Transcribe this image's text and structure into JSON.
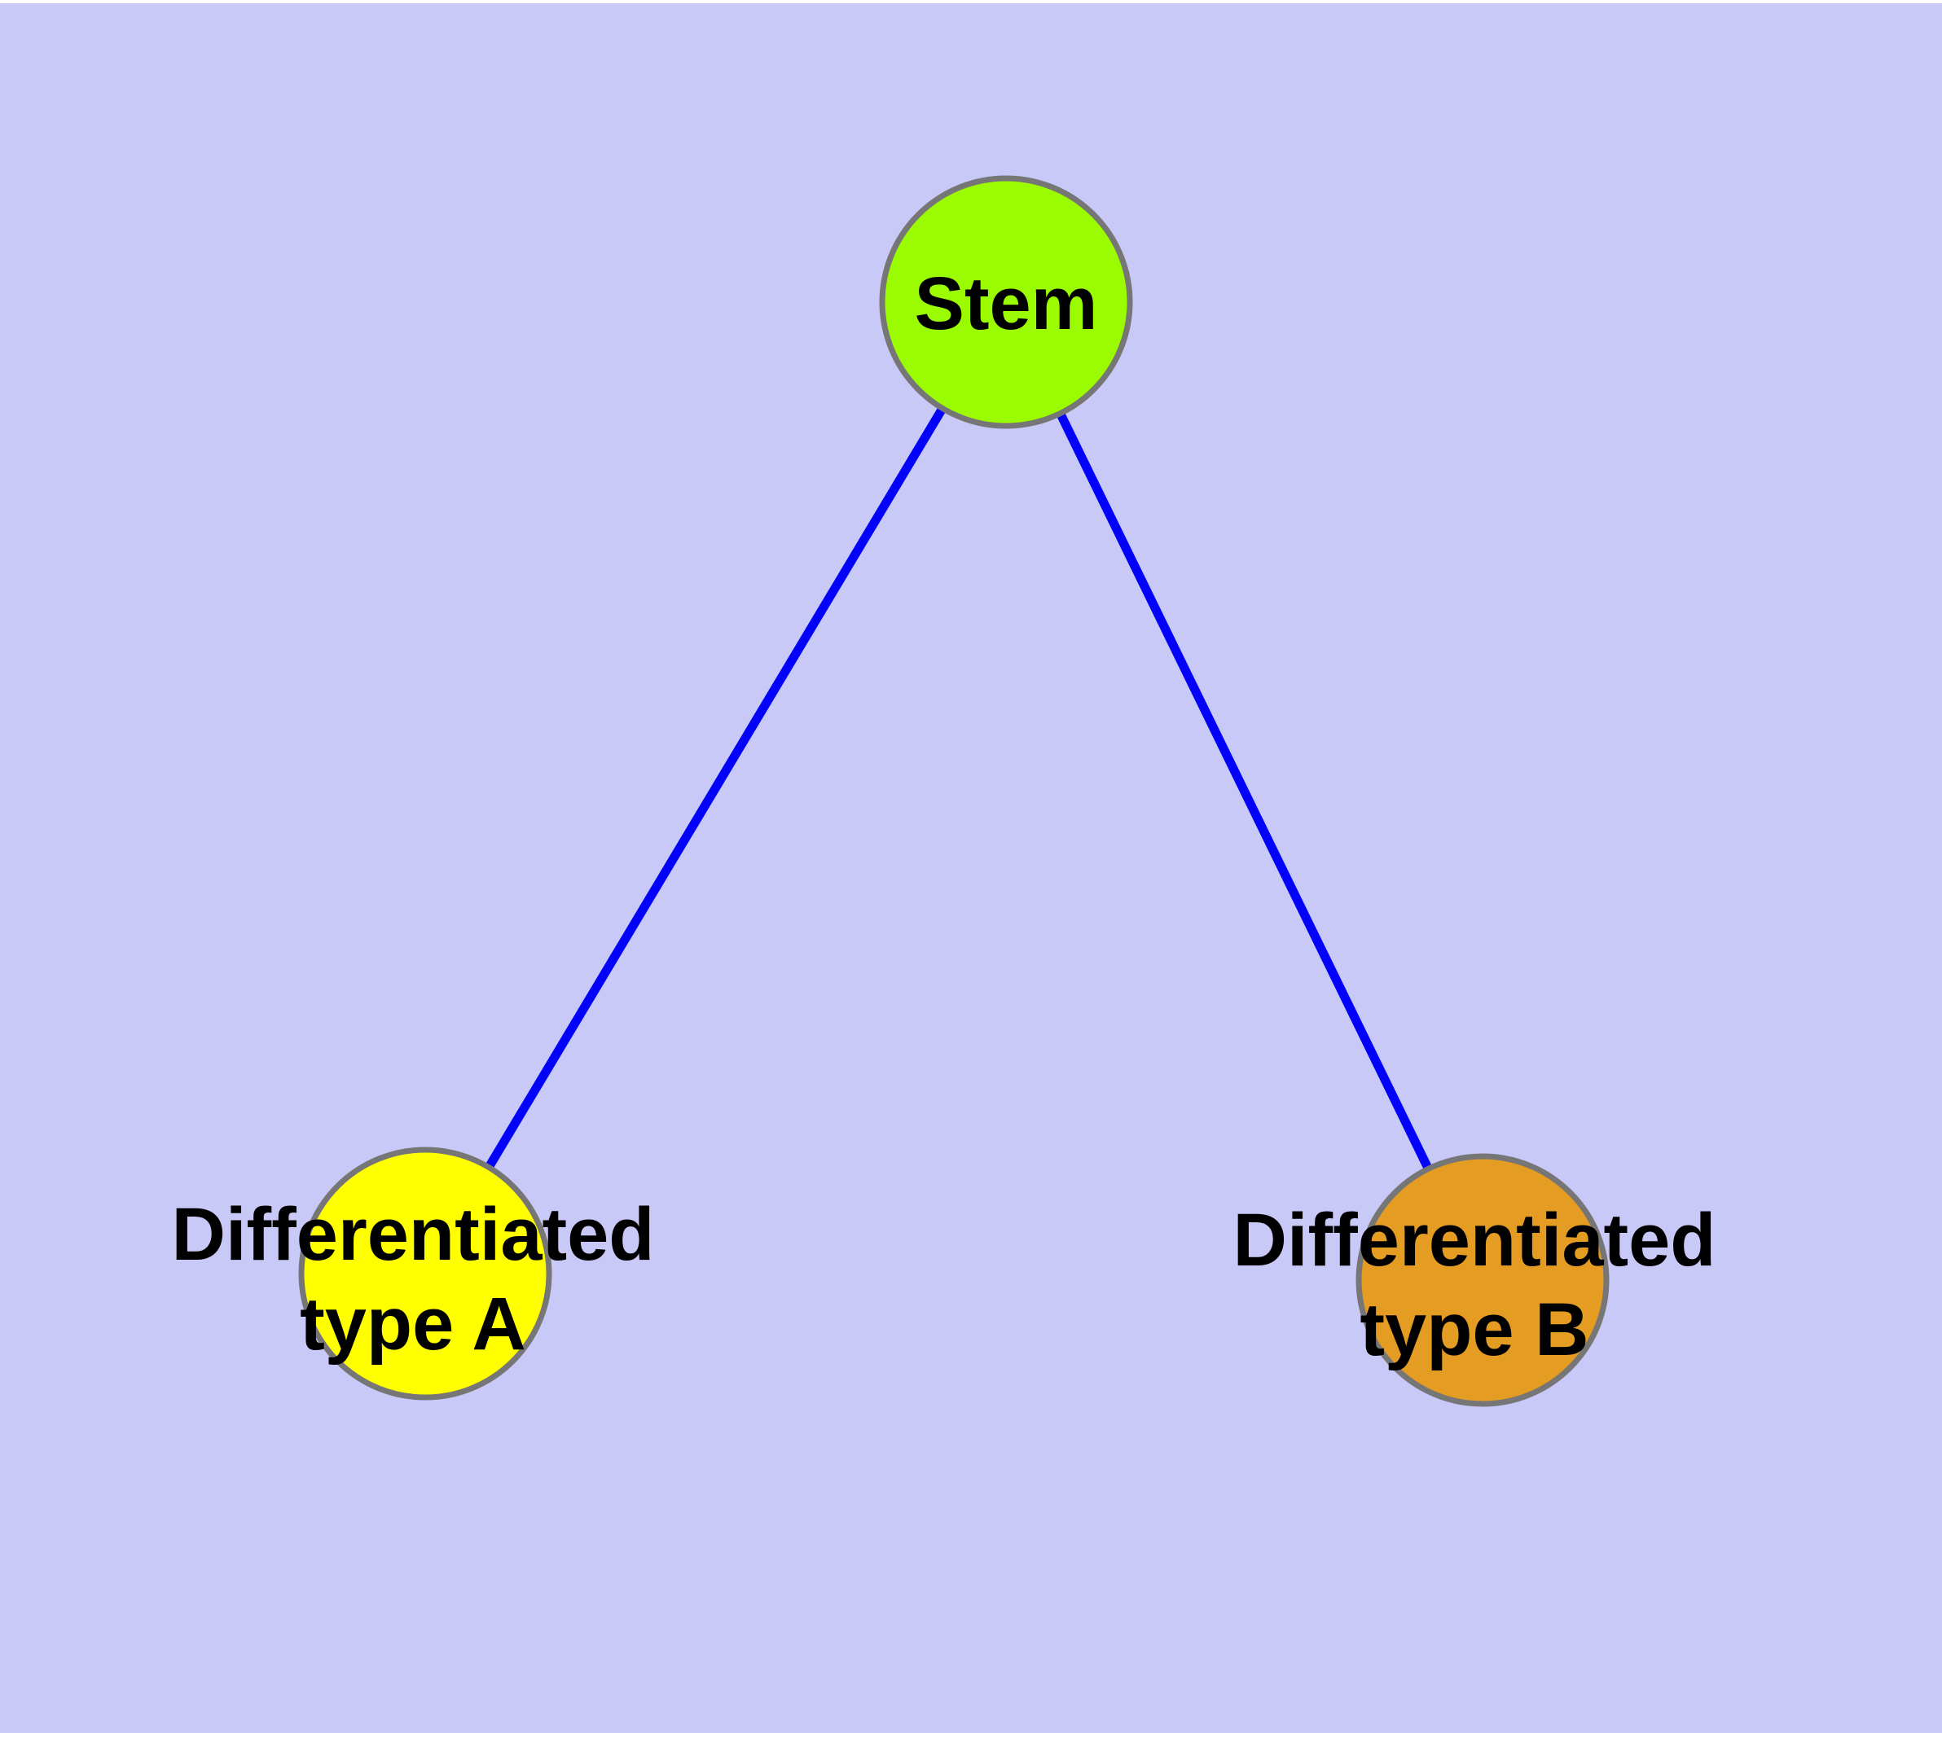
{
  "canvas": {
    "background_color": "#C9C9F7",
    "page_color": "#FFFFFF",
    "edge_color": "#0101FC",
    "node_border_color": "#767676",
    "label_color": "#000000"
  },
  "nodes": [
    {
      "id": "stem",
      "label_lines": [
        "Stem"
      ],
      "fill": "#9BFB00"
    },
    {
      "id": "differentiated-type-a",
      "label_lines": [
        "Differentiated",
        "type A"
      ],
      "fill": "#FFFF00"
    },
    {
      "id": "differentiated-type-b",
      "label_lines": [
        "Differentiated",
        "type B"
      ],
      "fill": "#E49C22"
    }
  ],
  "edges": [
    {
      "from": "stem",
      "to": "differentiated-type-a"
    },
    {
      "from": "stem",
      "to": "differentiated-type-b"
    }
  ]
}
